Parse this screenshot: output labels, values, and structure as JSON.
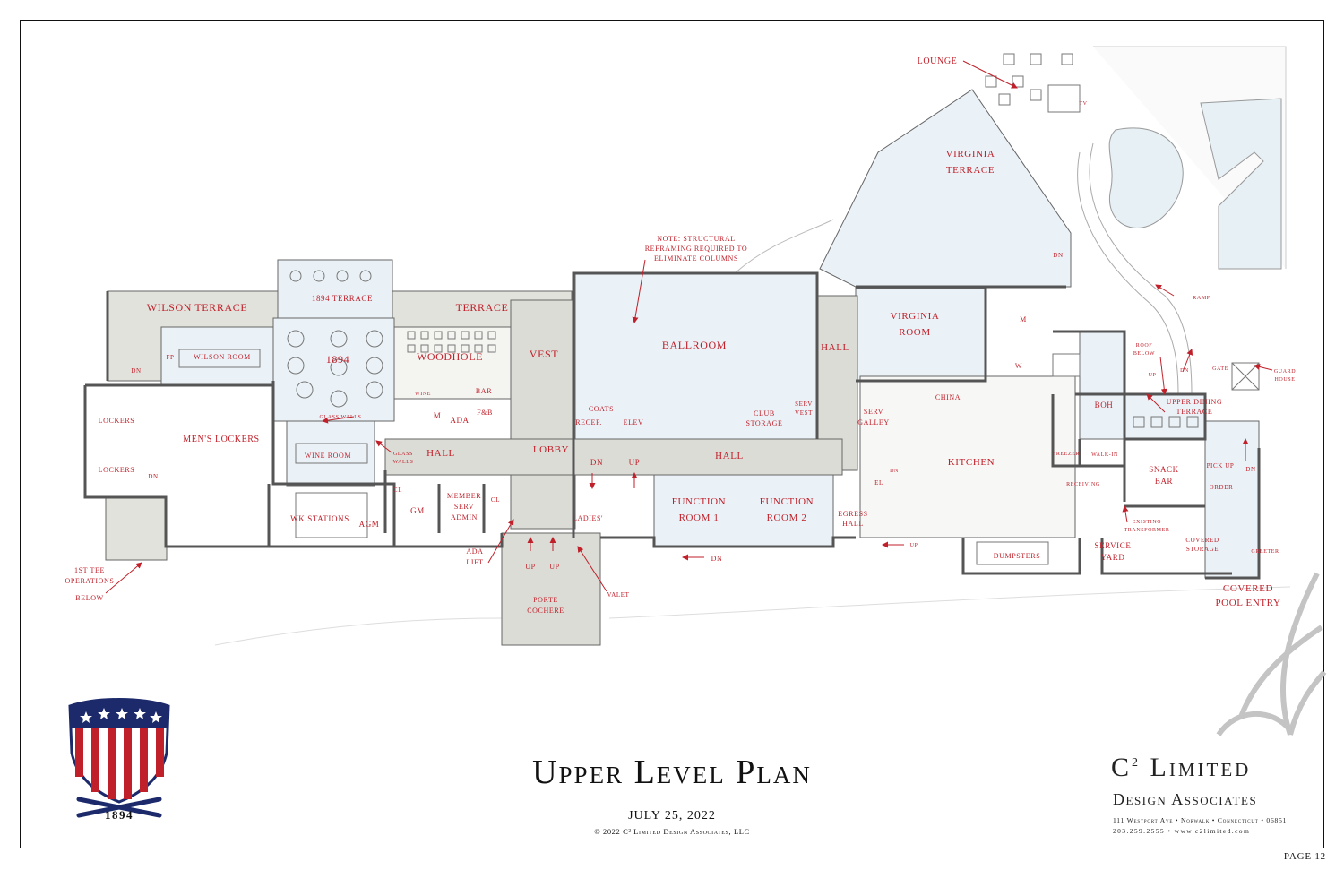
{
  "sheet": {
    "title": "Upper Level Plan",
    "date": "JULY 25, 2022",
    "copyright": "© 2022 C² Limited Design Associates, LLC",
    "page": "PAGE 12"
  },
  "firm": {
    "name": "C",
    "superscript": "2",
    "name_rest": " Limited",
    "subtitle": "Design Associates",
    "address": "111 Westport Ave • Norwalk • Connecticut • 06851",
    "contact": "203.259.2555 • www.c2limited.com"
  },
  "logo": {
    "year": "1894",
    "colors": {
      "blue": "#1c2a6b",
      "red": "#c0202a",
      "white": "#ffffff"
    }
  },
  "colors": {
    "label": "#c0202a",
    "wall": "#555555",
    "room_fill": "#eaf2f7",
    "hall_fill": "#dcdcd6",
    "terrace_fill": "#e2e2dc"
  },
  "rooms": {
    "wilson_terrace": "WILSON TERRACE",
    "terrace_1894": "1894 TERRACE",
    "terrace": "TERRACE",
    "wilson_room": "WILSON ROOM",
    "fp": "FP",
    "dn_wilson": "DN",
    "r1894": "1894",
    "woodhole": "WOODHOLE",
    "vest": "VEST",
    "ballroom": "BALLROOM",
    "hall_right": "HALL",
    "virginia_terrace": [
      "VIRGINIA",
      "TERRACE"
    ],
    "virginia_room": [
      "VIRGINIA",
      "ROOM"
    ],
    "lounge": "LOUNGE",
    "tv": "TV",
    "note": [
      "NOTE: STRUCTURAL",
      "REFRAMING REQUIRED TO",
      "ELIMINATE COLUMNS"
    ],
    "lockers_top": "LOCKERS",
    "lockers_bottom": "LOCKERS",
    "dn_lockers": "DN",
    "mens_lockers": "MEN'S LOCKERS",
    "glass_walls_top": "GLASS WALLS",
    "glass_walls_side": [
      "GLASS",
      "WALLS"
    ],
    "wine_room": "WINE ROOM",
    "wine": "WINE",
    "bar": "BAR",
    "m_left": "M",
    "ada": "ADA",
    "fnb": "F&B",
    "coats": "COATS",
    "recep": "RECEP.",
    "elev": "ELEV",
    "club_storage": [
      "CLUB",
      "STORAGE"
    ],
    "serv_vest": [
      "SERV",
      "VEST"
    ],
    "china": "CHINA",
    "serv_galley": [
      "SERV",
      "GALLEY"
    ],
    "m_right": "M",
    "w_right": "W",
    "dn_top": "DN",
    "hall_left": "HALL",
    "lobby": "LOBBY",
    "hall_center": "HALL",
    "kitchen": "KITCHEN",
    "boh": "BOH",
    "freezer": "FREEZER",
    "walk_in": "WALK-IN",
    "receiving": "RECEIVING",
    "snack_bar": [
      "SNACK",
      "BAR"
    ],
    "pick_up": "PICK UP",
    "order": "ORDER",
    "dn_pool": "DN",
    "upper_dining_terrace": [
      "UPPER DINING",
      "TERRACE"
    ],
    "roof_below": [
      "ROOF",
      "BELOW"
    ],
    "up_roof": "UP",
    "dn_roof": "DN",
    "gate": "GATE",
    "guard_house": [
      "GUARD",
      "HOUSE"
    ],
    "ramp": "RAMP",
    "wk_stations": "WK STATIONS",
    "agm": "AGM",
    "cl_left": "CL",
    "gm": "GM",
    "member_serv": [
      "MEMBER",
      "SERV",
      "ADMIN"
    ],
    "cl_right": "CL",
    "dn_lobby": "DN",
    "up_lobby": "UP",
    "ladies": "LADIES'",
    "function_1": [
      "FUNCTION",
      "ROOM 1"
    ],
    "function_2": [
      "FUNCTION",
      "ROOM 2"
    ],
    "egress_hall": [
      "EGRESS",
      "HALL"
    ],
    "el": "EL",
    "dn_kitchen": "DN",
    "up_egress": "UP",
    "dn_function": "DN",
    "dumpsters": "DUMPSTERS",
    "existing_transformer": [
      "EXISTING",
      "TRANSFORMER"
    ],
    "service_yard": [
      "SERVICE",
      "YARD"
    ],
    "covered_storage": [
      "COVERED",
      "STORAGE"
    ],
    "greeter": "GREETER",
    "covered_pool_entry": [
      "COVERED",
      "POOL ENTRY"
    ],
    "ada_lift": [
      "ADA",
      "LIFT"
    ],
    "up_left": "UP",
    "up_right": "UP",
    "valet": "VALET",
    "porte_cochere": [
      "PORTE",
      "COCHERE"
    ],
    "first_tee": [
      "1ST TEE",
      "OPERATIONS",
      "BELOW"
    ]
  }
}
